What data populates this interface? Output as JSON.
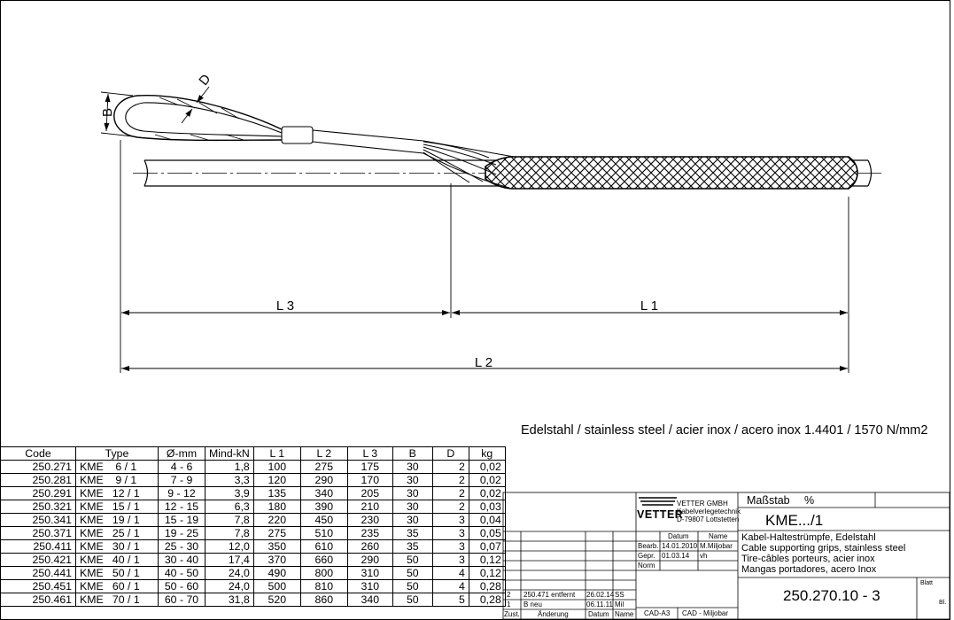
{
  "drawing": {
    "labels": {
      "b": "B",
      "d": "D",
      "l1": "L 1",
      "l2": "L 2",
      "l3": "L 3"
    },
    "material": "Edelstahl / stainless steel / acier inox / acero inox 1.4401 / 1570 N/mm2"
  },
  "table": {
    "headers": [
      "Code",
      "Type",
      "Ø-mm",
      "Mind-kN",
      "L 1",
      "L 2",
      "L 3",
      "B",
      "D",
      "kg"
    ],
    "rows": [
      [
        "250.271",
        "KME    6 / 1",
        "4 - 6",
        "1,8",
        "100",
        "275",
        "175",
        "30",
        "2",
        "0,02"
      ],
      [
        "250.281",
        "KME    9 / 1",
        "7 - 9",
        "3,3",
        "120",
        "290",
        "170",
        "30",
        "2",
        "0,02"
      ],
      [
        "250.291",
        "KME   12 / 1",
        "9 - 12",
        "3,9",
        "135",
        "340",
        "205",
        "30",
        "2",
        "0,02"
      ],
      [
        "250.321",
        "KME   15 / 1",
        "12 - 15",
        "6,3",
        "180",
        "390",
        "210",
        "30",
        "2",
        "0,03"
      ],
      [
        "250.341",
        "KME   19 / 1",
        "15 - 19",
        "7,8",
        "220",
        "450",
        "230",
        "30",
        "3",
        "0,04"
      ],
      [
        "250.371",
        "KME   25 / 1",
        "19 - 25",
        "7,8",
        "275",
        "510",
        "235",
        "35",
        "3",
        "0,05"
      ],
      [
        "250.411",
        "KME   30 / 1",
        "25 - 30",
        "12,0",
        "350",
        "610",
        "260",
        "35",
        "3",
        "0,07"
      ],
      [
        "250.421",
        "KME   40 / 1",
        "30 - 40",
        "17,4",
        "370",
        "660",
        "290",
        "50",
        "3",
        "0,12"
      ],
      [
        "250.441",
        "KME   50 / 1",
        "40 - 50",
        "24,0",
        "490",
        "800",
        "310",
        "50",
        "4",
        "0,12"
      ],
      [
        "250.451",
        "KME   60 / 1",
        "50 - 60",
        "24,0",
        "500",
        "810",
        "310",
        "50",
        "4",
        "0,28"
      ],
      [
        "250.461",
        "KME   70 / 1",
        "60 - 70",
        "31,8",
        "520",
        "860",
        "340",
        "50",
        "5",
        "0,28"
      ]
    ]
  },
  "titleblock": {
    "logo": "VETTER",
    "company": "VETTER GMBH",
    "company_line2": "Kabelverlegetechnik",
    "company_line3": "D-79807 Lottstetten",
    "scale_label": "Maßstab",
    "scale_value": "%",
    "part_name": "KME.../1",
    "desc_de": "Kabel-Haltestrümpfe, Edelstahl",
    "desc_en": "Cable supporting grips, stainless steel",
    "desc_fr": "Tire-câbles porteurs, acier inox",
    "desc_es": "Mangas portadores, acero Inox",
    "drawing_no": "250.270.10 - 3",
    "sheet_label": "Blatt",
    "sheet_short": "Bl.",
    "datum_label": "Datum",
    "name_label": "Name",
    "bearb_label": "Bearb.",
    "bearb_date": "14.01.2010",
    "bearb_name": "M.Miljobar",
    "gepr_label": "Gepr.",
    "gepr_date": "01.03.14",
    "gepr_name": "vh",
    "norm_label": "Norm",
    "cad_format": "CAD-A3",
    "cad_author": "CAD - Miljobar",
    "rev_headers": {
      "zust": "Zust.",
      "aenderung": "Änderung",
      "datum": "Datum",
      "name": "Name"
    },
    "revisions": [
      {
        "no": "2",
        "text": "250.471 entfernt",
        "date": "26.02.14",
        "name": "SS"
      },
      {
        "no": "1",
        "text": "B neu",
        "date": "06.11.11",
        "name": "Mil"
      }
    ]
  }
}
